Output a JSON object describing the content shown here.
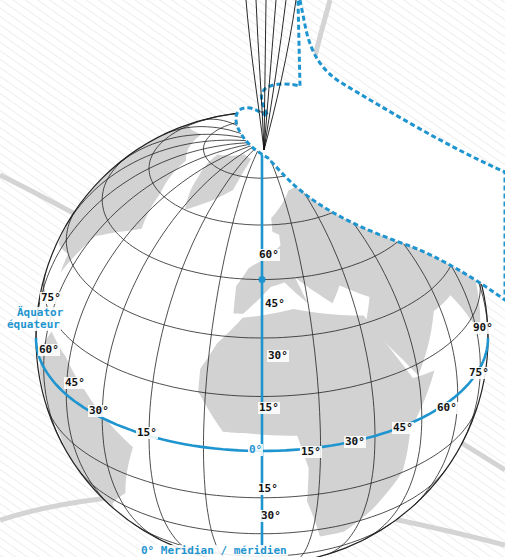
{
  "diagram": {
    "labels": [
      "60°",
      "45°",
      "30°",
      "15°",
      "0°",
      "15°",
      "30°",
      "75°",
      "60°",
      "45°",
      "30°",
      "15°",
      "15°",
      "30°",
      "45°",
      "60°",
      "75°",
      "90°",
      "Äquator",
      "équateur",
      "0° Meridian / méridien"
    ]
  }
}
